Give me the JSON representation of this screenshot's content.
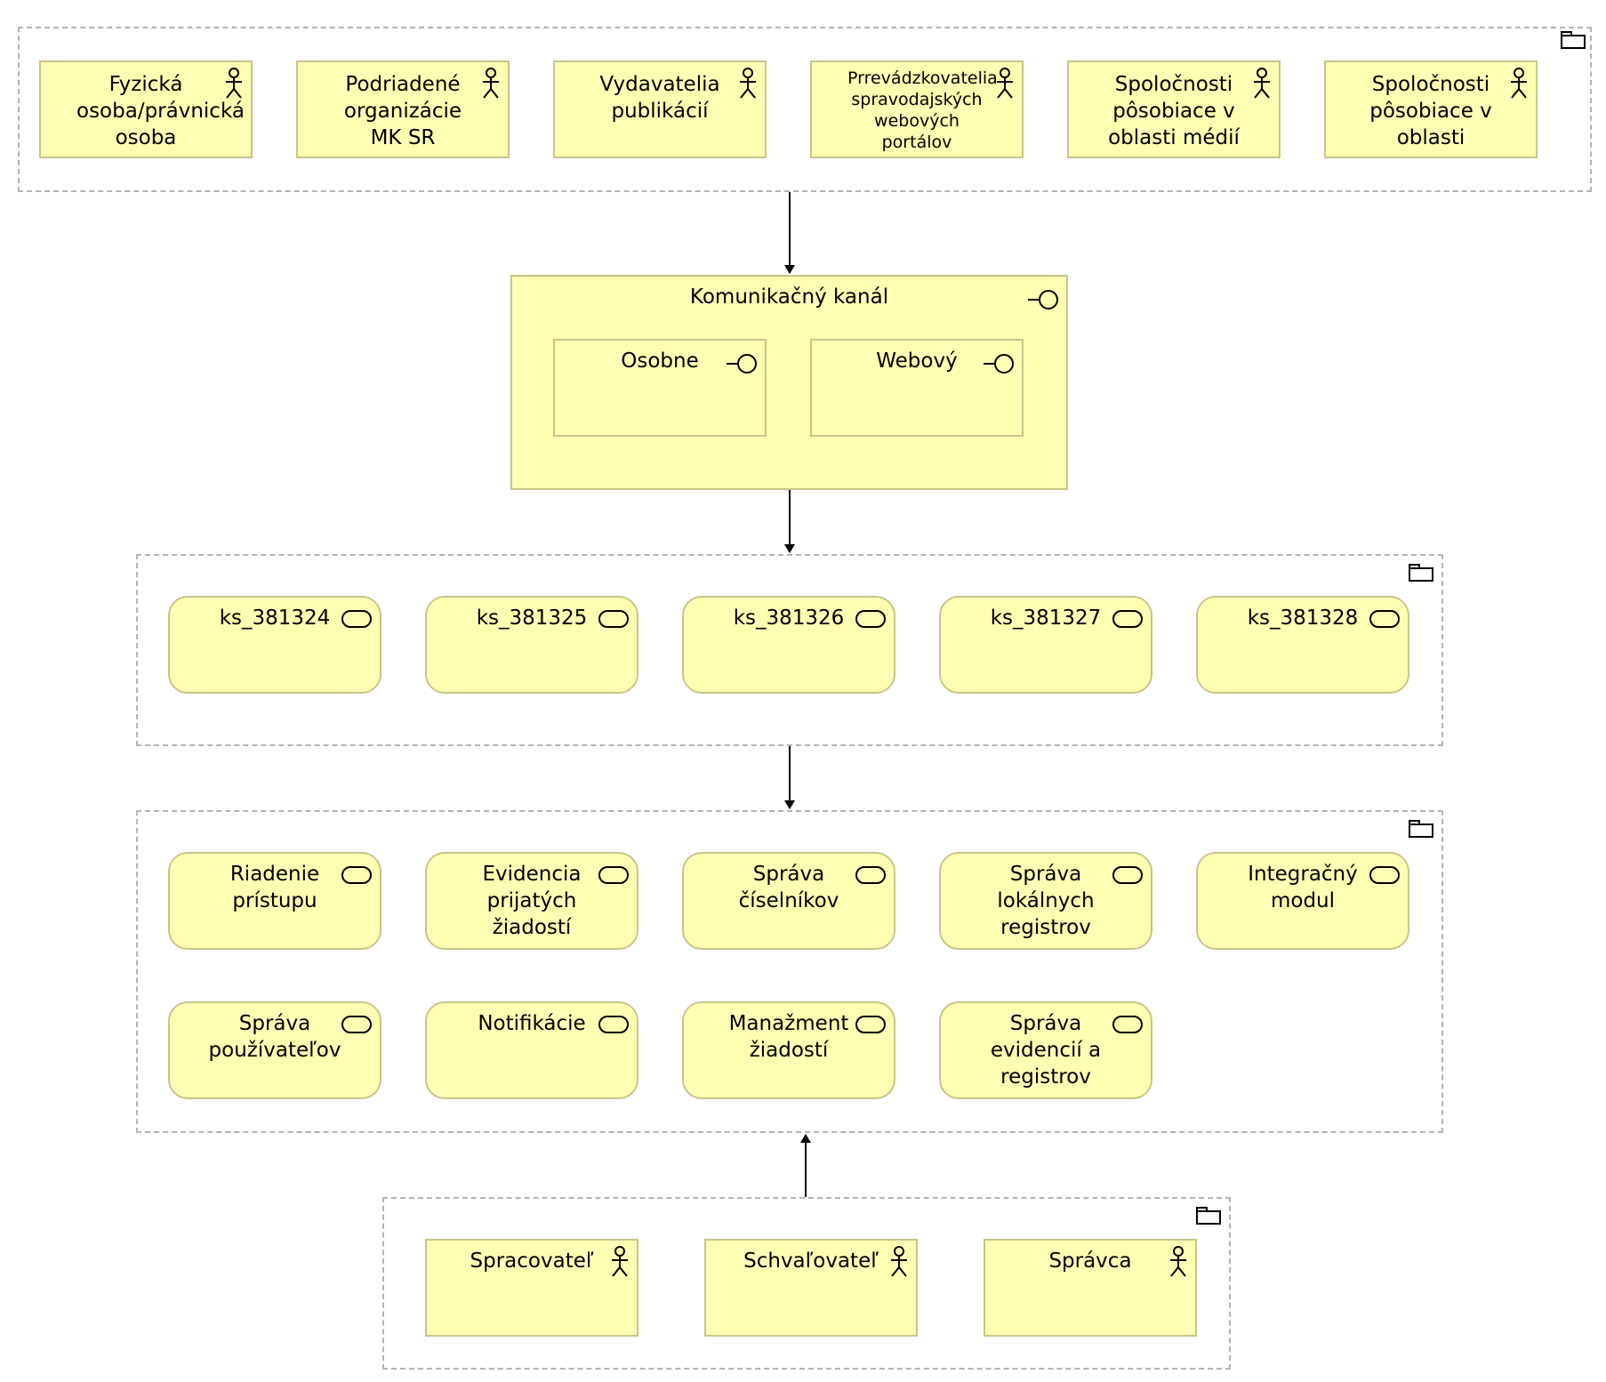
{
  "actors_top": [
    {
      "label": "Fyzická osoba/právnická osoba"
    },
    {
      "label": "Podriadené organizácie MK SR"
    },
    {
      "label": "Vydavatelia publikácií"
    },
    {
      "label": "Prrevádzkovatelia spravodajských webových portálov"
    },
    {
      "label": "Spoločnosti pôsobiace v oblasti médií"
    },
    {
      "label": "Spoločnosti pôsobiace v oblasti"
    }
  ],
  "channel": {
    "title": "Komunikačný kanál",
    "children": [
      {
        "label": "Osobne"
      },
      {
        "label": "Webový"
      }
    ]
  },
  "ks_services": [
    {
      "label": "ks_381324"
    },
    {
      "label": "ks_381325"
    },
    {
      "label": "ks_381326"
    },
    {
      "label": "ks_381327"
    },
    {
      "label": "ks_381328"
    }
  ],
  "app_services": [
    {
      "label": "Riadenie prístupu"
    },
    {
      "label": "Evidencia prijatých žiadostí"
    },
    {
      "label": "Správa číselníkov"
    },
    {
      "label": "Správa lokálnych registrov"
    },
    {
      "label": "Integračný modul"
    },
    {
      "label": "Správa používateľov"
    },
    {
      "label": "Notifikácie"
    },
    {
      "label": "Manažment žiadostí"
    },
    {
      "label": "Správa evidencií a registrov"
    }
  ],
  "actors_bottom": [
    {
      "label": "Spracovateľ"
    },
    {
      "label": "Schvaľovateľ"
    },
    {
      "label": "Správca"
    }
  ],
  "colors": {
    "fill": "#ffffb3",
    "border": "#c8c48a",
    "group_border": "#b3b3b3",
    "line": "#000000"
  },
  "icons": {
    "actor": "actor-icon",
    "interface": "interface-icon",
    "service": "service-icon",
    "group": "folder-icon"
  }
}
